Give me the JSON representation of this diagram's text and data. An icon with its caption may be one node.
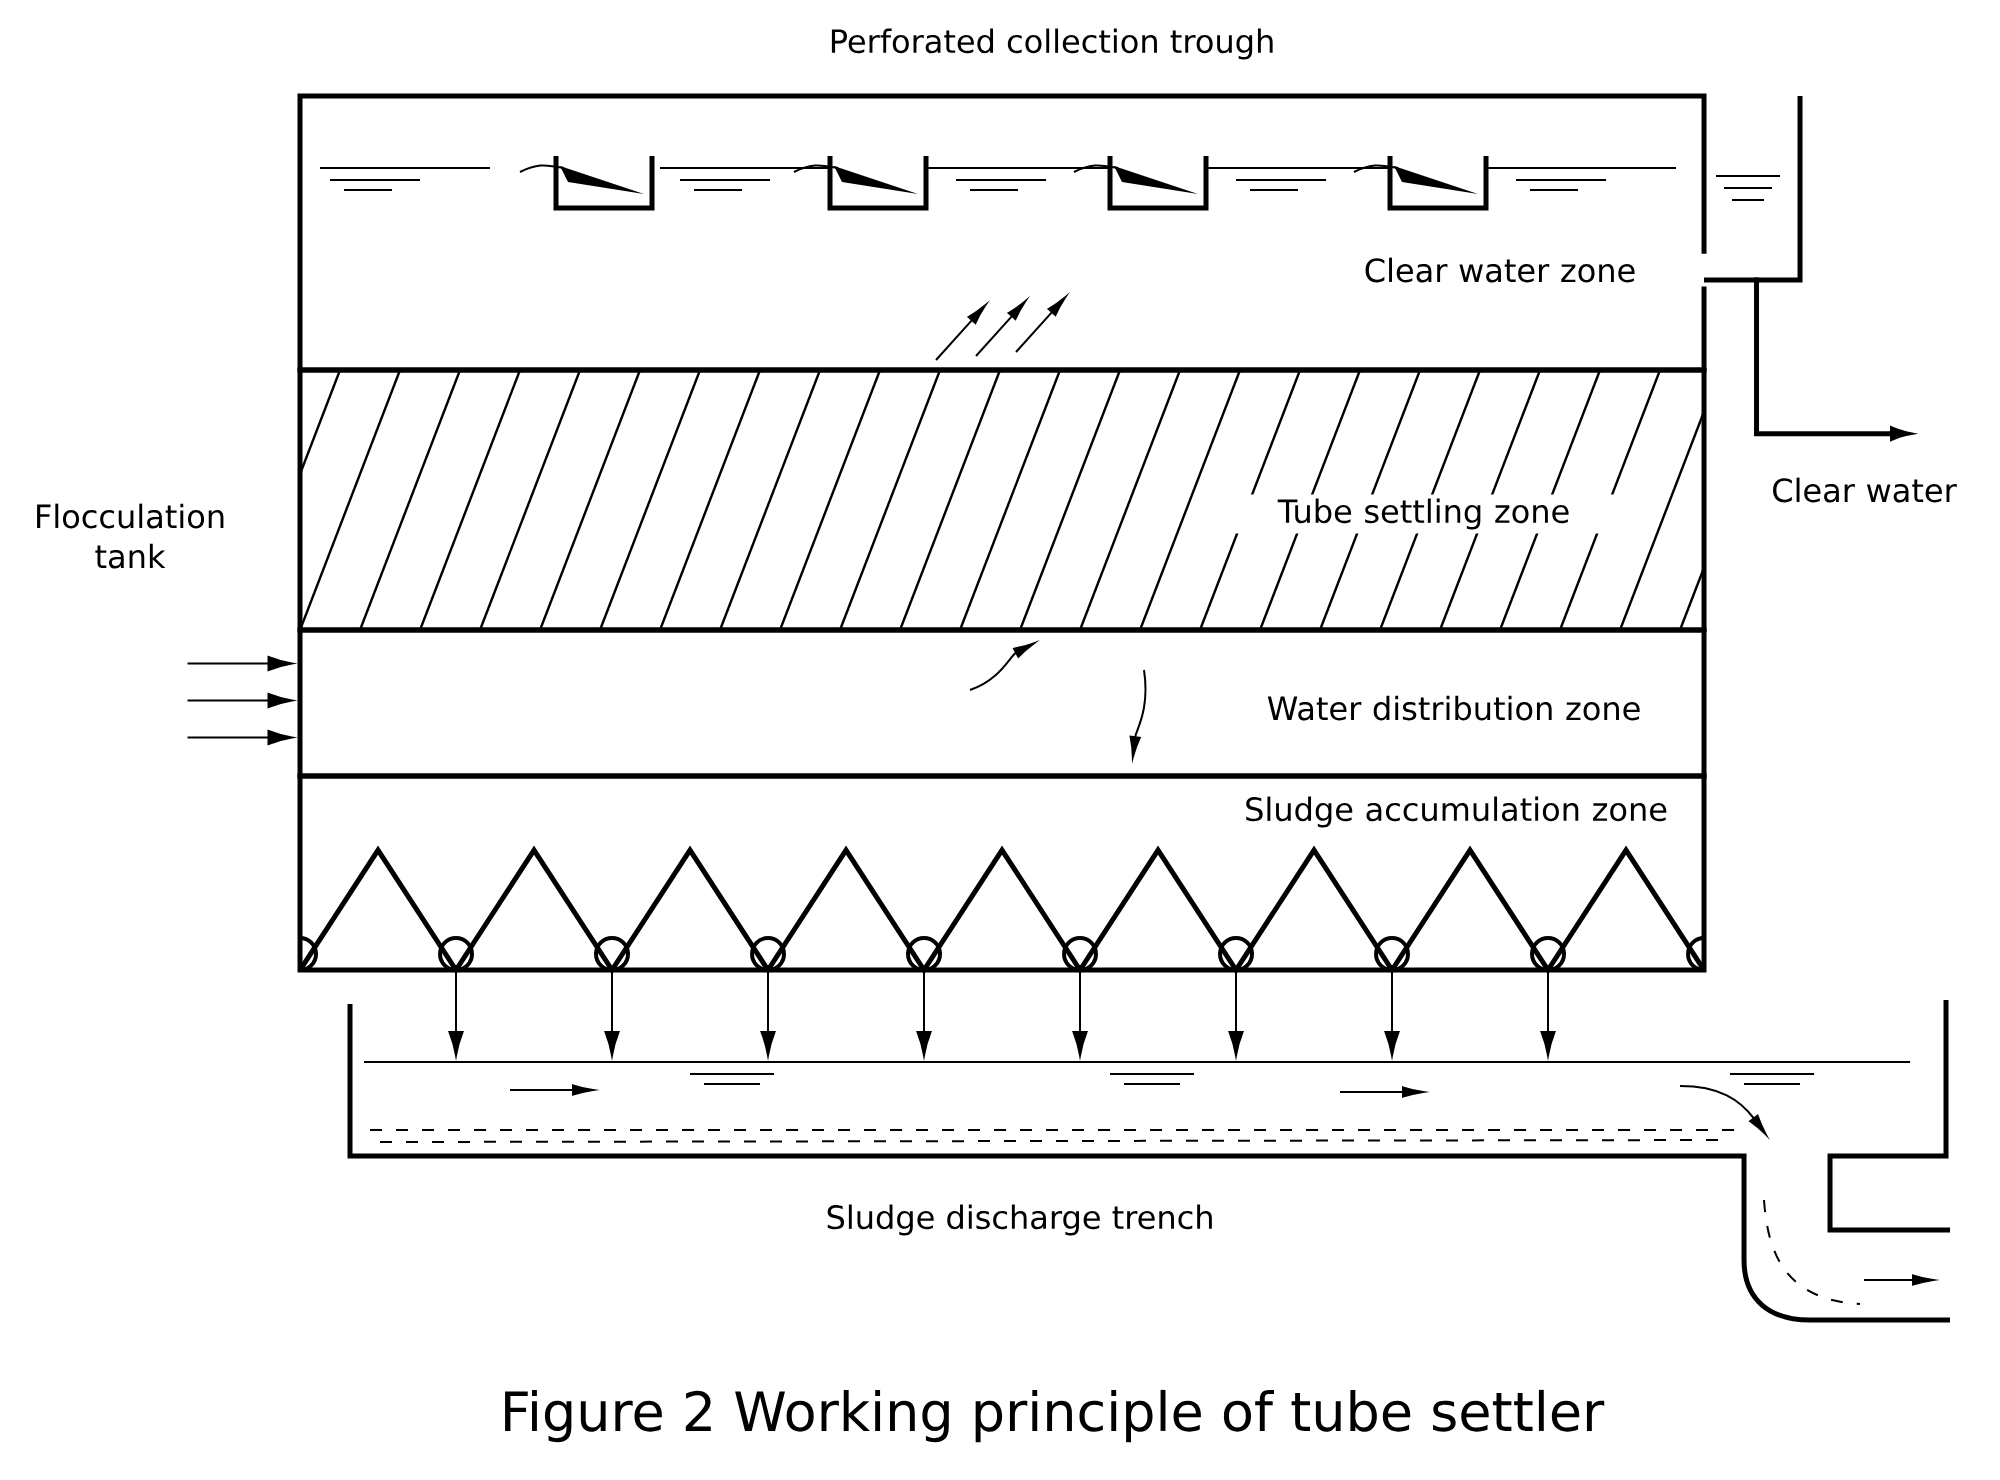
{
  "diagram": {
    "caption": "Figure 2 Working principle of tube settler",
    "nodes": [
      {
        "text": [
          "Clear water zone"
        ]
      },
      {
        "text": [
          "Tube settling zone"
        ]
      },
      {
        "text": [
          "Water distribution zone"
        ]
      },
      {
        "text": [
          "Sludge accumulation zone"
        ]
      },
      {
        "text": [
          "Clear water"
        ]
      },
      {
        "text": [
          "Sludge discharge trench"
        ]
      }
    ],
    "edges": [
      {
        "from": null,
        "to": 2,
        "arrow": "to"
      },
      {
        "from": null,
        "to": 2,
        "arrow": "to"
      },
      {
        "from": null,
        "to": 2,
        "arrow": "to"
      },
      {
        "from": 0,
        "to": 4,
        "arrow": "to",
        "style": "thick"
      },
      {
        "from": 3,
        "to": 5,
        "arrow": "to"
      },
      {
        "from": 3,
        "to": 5,
        "arrow": "to"
      },
      {
        "from": 3,
        "to": 5,
        "arrow": "to"
      },
      {
        "from": 3,
        "to": 5,
        "arrow": "to"
      },
      {
        "from": 3,
        "to": 5,
        "arrow": "to"
      },
      {
        "from": 3,
        "to": 5,
        "arrow": "to"
      },
      {
        "from": 3,
        "to": 5,
        "arrow": "to"
      },
      {
        "from": 3,
        "to": 5,
        "arrow": "to"
      }
    ],
    "labels": [
      "Perforated collection trough",
      "Flocculation tank"
    ]
  }
}
